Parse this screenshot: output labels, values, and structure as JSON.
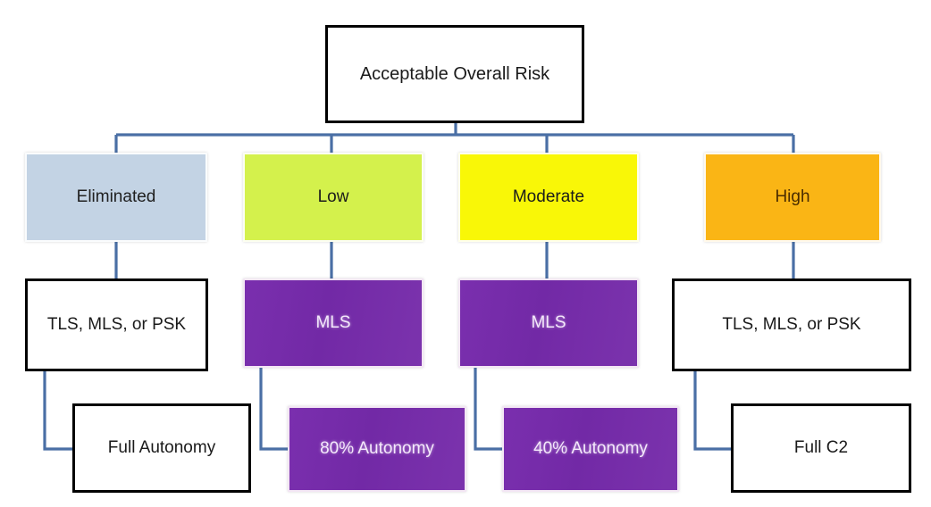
{
  "diagram": {
    "title_node": {
      "label": "Acceptable Overall Risk"
    },
    "levels": [
      {
        "id": "eliminated",
        "label": "Eliminated",
        "color": "#c3d3e4"
      },
      {
        "id": "low",
        "label": "Low",
        "color": "#d4f14c"
      },
      {
        "id": "moderate",
        "label": "Moderate",
        "color": "#f9f707"
      },
      {
        "id": "high",
        "label": "High",
        "color": "#fab515"
      }
    ],
    "mechanisms": [
      {
        "id": "mech-eliminated",
        "label": "TLS, MLS, or PSK",
        "style": "plain"
      },
      {
        "id": "mech-low",
        "label": "MLS",
        "style": "purple",
        "color": "#7530a8"
      },
      {
        "id": "mech-moderate",
        "label": "MLS",
        "style": "purple",
        "color": "#7530a8"
      },
      {
        "id": "mech-high",
        "label": "TLS, MLS, or PSK",
        "style": "plain"
      }
    ],
    "outcomes": [
      {
        "id": "outcome-eliminated",
        "label": "Full Autonomy",
        "style": "plain"
      },
      {
        "id": "outcome-low",
        "label": "80% Autonomy",
        "style": "purple",
        "color": "#7530a8"
      },
      {
        "id": "outcome-moderate",
        "label": "40% Autonomy",
        "style": "purple",
        "color": "#7530a8"
      },
      {
        "id": "outcome-high",
        "label": "Full C2",
        "style": "plain"
      }
    ],
    "connector_color": "#4a6fa5"
  }
}
